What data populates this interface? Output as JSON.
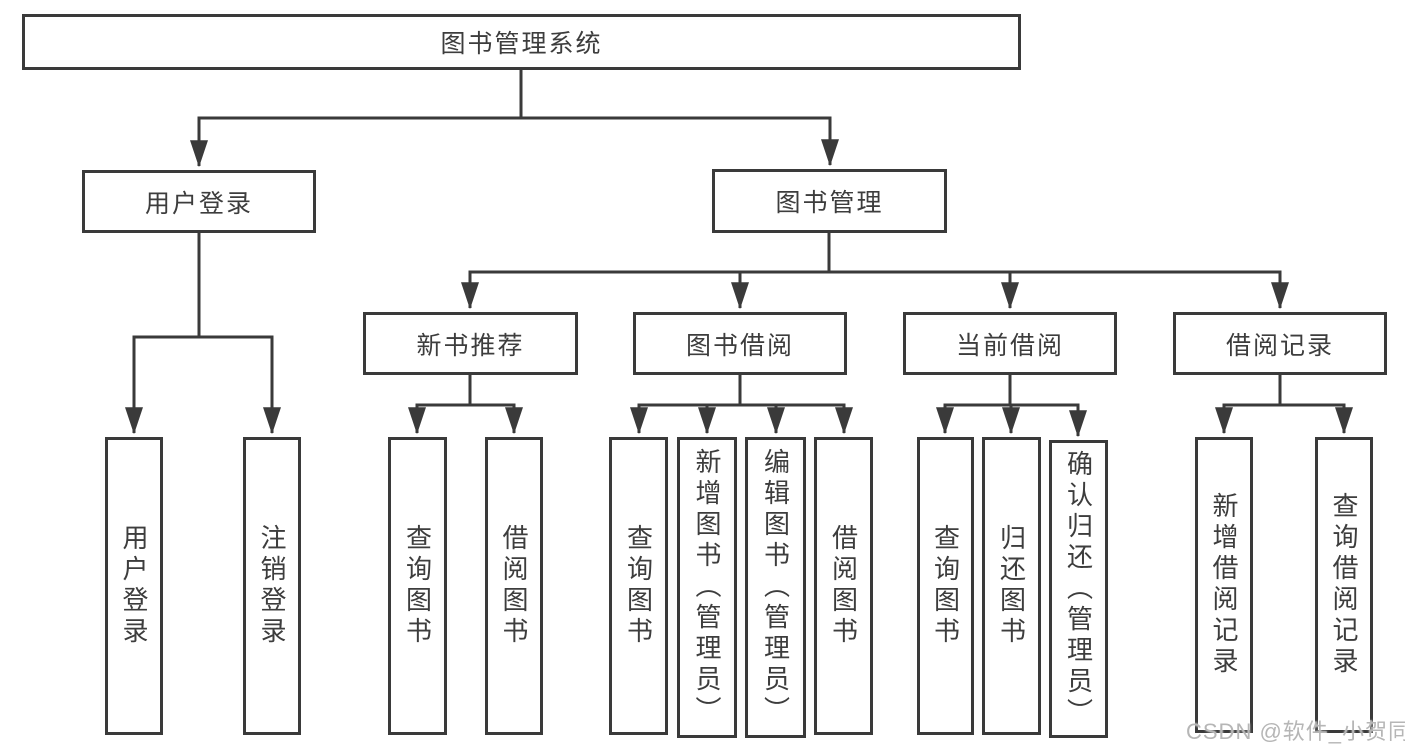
{
  "diagram": {
    "root": {
      "label": "图书管理系统"
    },
    "branches": [
      {
        "label": "用户登录",
        "children": [
          {
            "label": "用户登录"
          },
          {
            "label": "注销登录"
          }
        ]
      },
      {
        "label": "图书管理",
        "children": [
          {
            "label": "新书推荐",
            "children": [
              {
                "label": "查询图书"
              },
              {
                "label": "借阅图书"
              }
            ]
          },
          {
            "label": "图书借阅",
            "children": [
              {
                "label": "查询图书"
              },
              {
                "label": "新增图书（管理员）"
              },
              {
                "label": "编辑图书（管理员）"
              },
              {
                "label": "借阅图书"
              }
            ]
          },
          {
            "label": "当前借阅",
            "children": [
              {
                "label": "查询图书"
              },
              {
                "label": "归还图书"
              },
              {
                "label": "确认归还（管理员）"
              }
            ]
          },
          {
            "label": "借阅记录",
            "children": [
              {
                "label": "新增借阅记录"
              },
              {
                "label": "查询借阅记录"
              }
            ]
          }
        ]
      }
    ],
    "colors": {
      "line": "#3a3a3a",
      "text": "#3d3d3d",
      "background": "#ffffff",
      "watermark": "#b6b6b6"
    },
    "watermark": "CSDN @软件_小贺同学"
  }
}
